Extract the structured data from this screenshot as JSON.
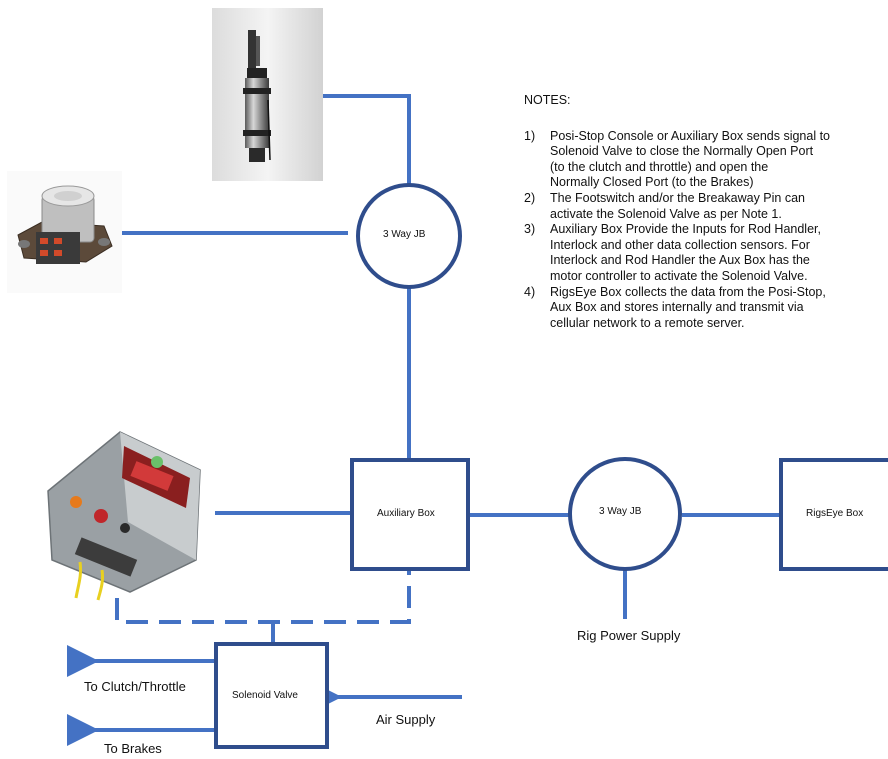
{
  "nodes": {
    "jb_top": "3 Way JB",
    "jb_right": "3 Way JB",
    "aux_box": "Auxiliary Box",
    "rigseye_box": "RigsEye Box",
    "solenoid_valve": "Solenoid Valve"
  },
  "labels": {
    "rig_power": "Rig Power Supply",
    "clutch": "To Clutch/Throttle",
    "brakes": "To Brakes",
    "air": "Air Supply"
  },
  "notes": {
    "title": "NOTES:",
    "items": [
      {
        "num": "1)",
        "lines": [
          "Posi-Stop Console or Auxiliary Box sends signal to",
          "Solenoid Valve to close the Normally Open Port",
          "(to the clutch and throttle) and open the",
          "Normally Closed Port (to the Brakes)"
        ]
      },
      {
        "num": "2)",
        "lines": [
          "The Footswitch and/or the Breakaway Pin can",
          "activate the Solenoid Valve as per Note 1."
        ]
      },
      {
        "num": "3)",
        "lines": [
          "Auxiliary Box Provide the Inputs for Rod Handler,",
          "Interlock and other data collection sensors. For",
          "Interlock and Rod Handler the Aux Box has the",
          "motor controller to activate the Solenoid Valve."
        ]
      },
      {
        "num": "4)",
        "lines": [
          "RigsEye Box collects the data from the Posi-Stop,",
          "Aux Box and stores internally and transmit via",
          "cellular network to a remote server."
        ]
      }
    ]
  },
  "colors": {
    "line": "#4472c4",
    "box_border": "#2f4d8c"
  },
  "icons": [
    "cylinder-photo",
    "solenoid-switch-photo",
    "console-photo"
  ]
}
